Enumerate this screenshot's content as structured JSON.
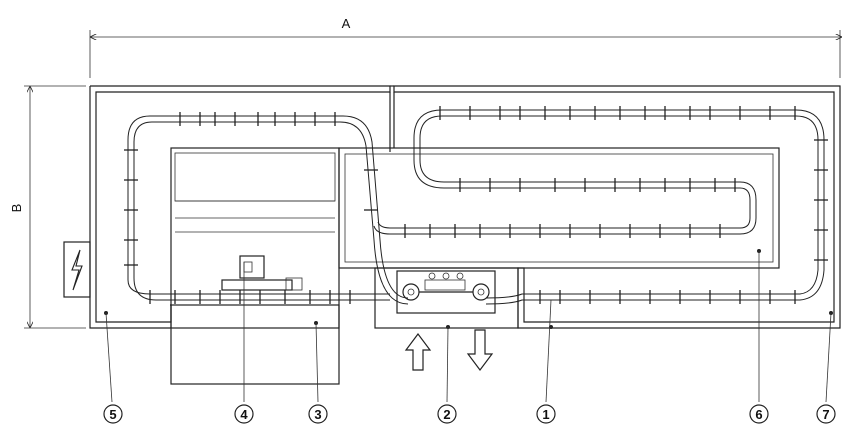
{
  "dimensions": {
    "width_label": "A",
    "height_label": "B"
  },
  "callouts": [
    "5",
    "4",
    "3",
    "2",
    "1",
    "6",
    "7"
  ],
  "icons": {
    "power": "lightning-bolt-icon",
    "arrows": [
      "arrow-up-icon",
      "arrow-down-icon"
    ]
  }
}
